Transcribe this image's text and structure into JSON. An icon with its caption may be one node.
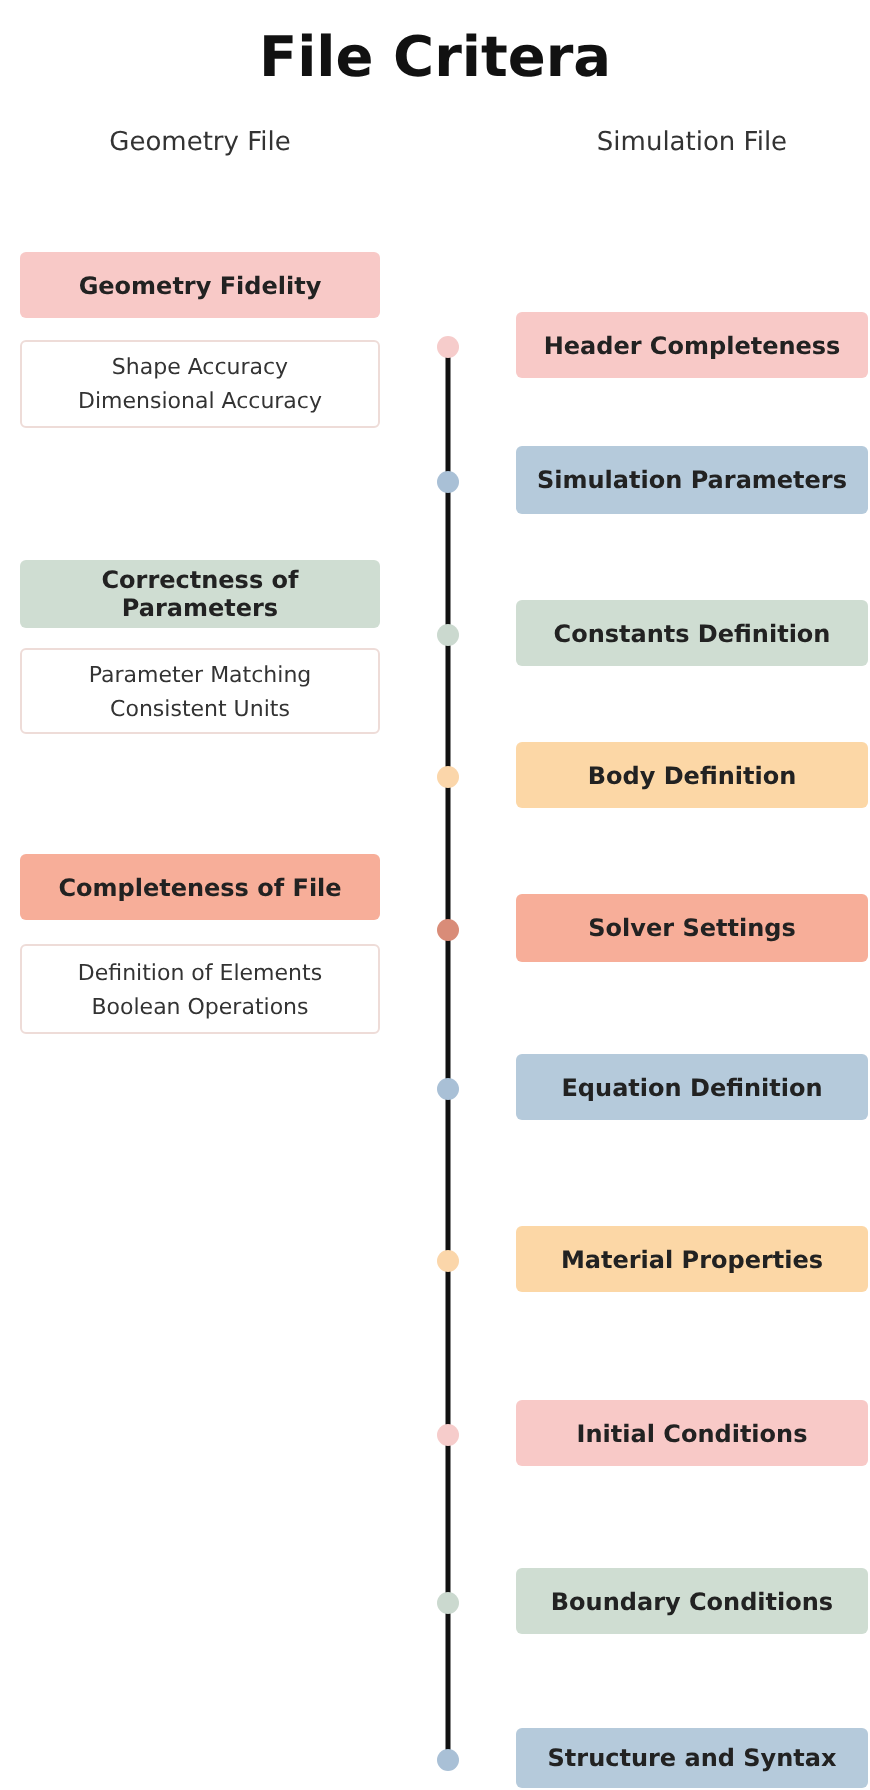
{
  "diagram": {
    "title": "File Critera",
    "nodes": [
      {
        "text": [
          "Geometry Fidelity"
        ]
      },
      {
        "text": [
          "Shape Accuracy",
          "Dimensional Accuracy"
        ]
      },
      {
        "text": [
          "Correctness of Parameters"
        ]
      },
      {
        "text": [
          "Parameter Matching",
          "Consistent Units"
        ]
      },
      {
        "text": [
          "Completeness of File"
        ]
      },
      {
        "text": [
          "Definition of Elements",
          "Boolean Operations"
        ]
      },
      {
        "text": [
          "Header Completeness"
        ]
      },
      {
        "text": [
          "Simulation Parameters"
        ]
      },
      {
        "text": [
          "Constants Definition"
        ]
      },
      {
        "text": [
          "Body Definition"
        ]
      },
      {
        "text": [
          "Solver Settings"
        ]
      },
      {
        "text": [
          "Equation Definition"
        ]
      },
      {
        "text": [
          "Material Properties"
        ]
      },
      {
        "text": [
          "Initial Conditions"
        ]
      },
      {
        "text": [
          "Boundary Conditions"
        ]
      },
      {
        "text": [
          "Structure and Syntax"
        ]
      }
    ],
    "edges": [],
    "labels": [
      "Geometry File",
      "Simulation File"
    ]
  }
}
